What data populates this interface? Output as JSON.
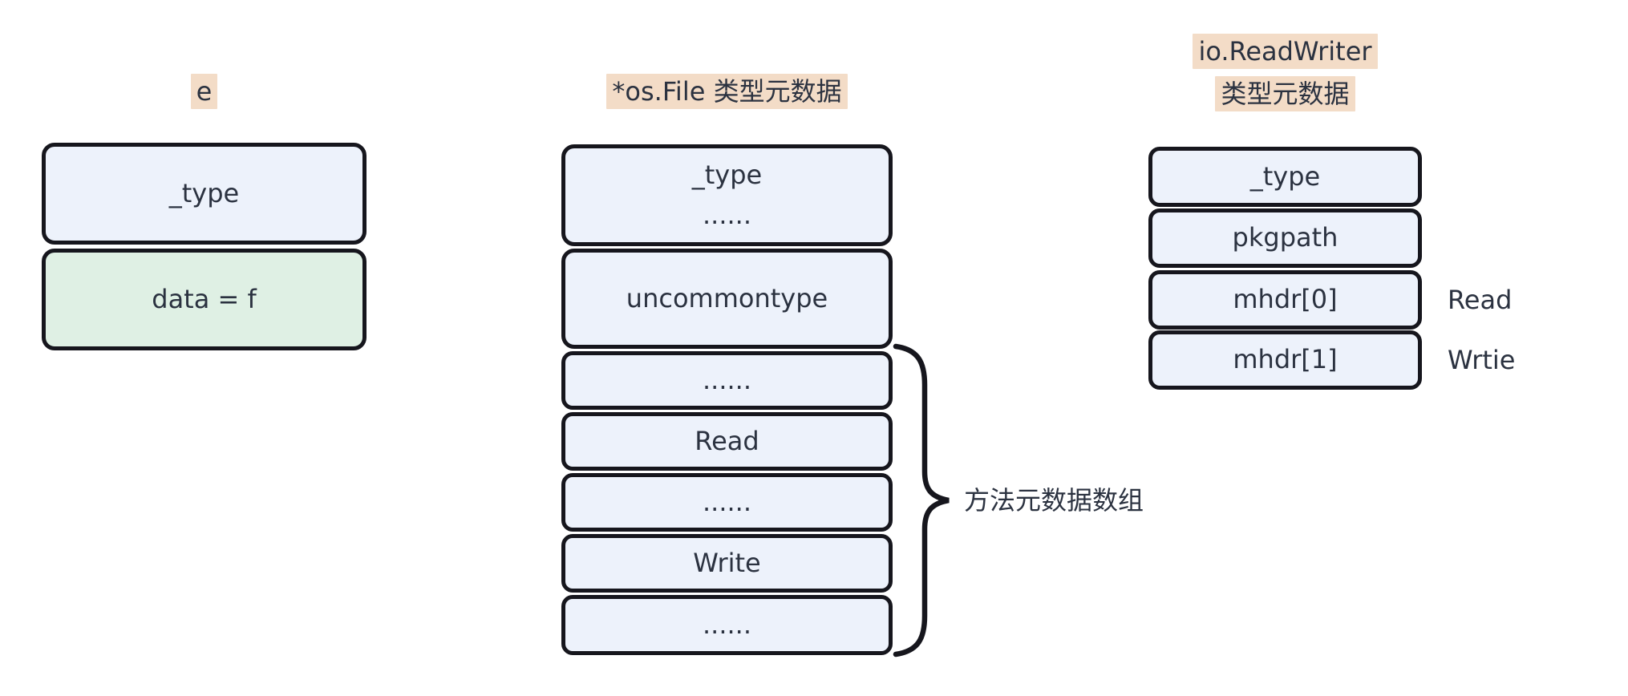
{
  "colors": {
    "background": "#ffffff",
    "box_fill": "#edf2fb",
    "box_fill_green": "#dff0e4",
    "box_border": "#16161d",
    "text": "#2b3240",
    "highlight": "#f3dcc7"
  },
  "left_column": {
    "title": "e",
    "type_box": "_type",
    "data_box": "data = f"
  },
  "middle_column": {
    "title": "*os.File 类型元数据",
    "type_box_line1": "_type",
    "type_box_line2": "......",
    "uncommontype_box": "uncommontype",
    "method_boxes": [
      "......",
      "Read",
      "......",
      "Write",
      "......"
    ],
    "brace_label": "方法元数据数组"
  },
  "right_column": {
    "title_line1": "io.ReadWriter",
    "title_line2": "类型元数据",
    "boxes": [
      "_type",
      "pkgpath",
      "mhdr[0]",
      "mhdr[1]"
    ],
    "side_labels": [
      "Read",
      "Wrtie"
    ]
  }
}
